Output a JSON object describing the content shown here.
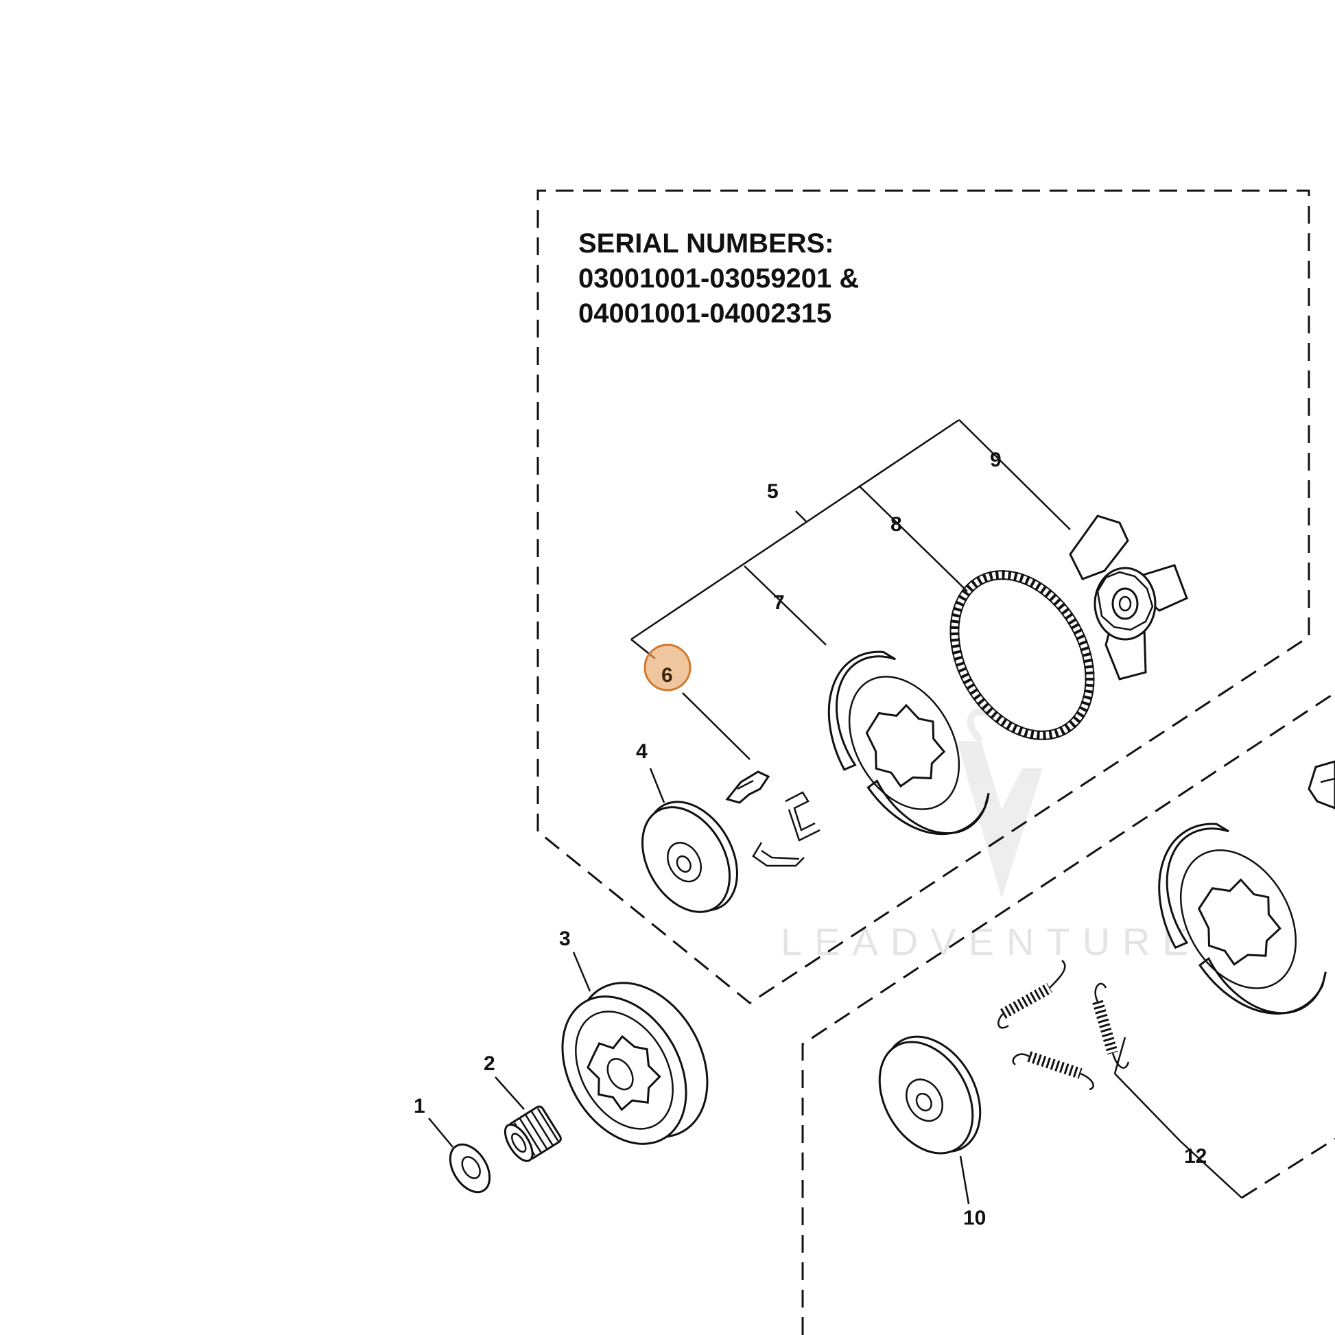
{
  "heading": {
    "line1": "SERIAL NUMBERS:",
    "line2": "03001001-03059201 &",
    "line3": "04001001-04002315"
  },
  "callouts": {
    "c1": "1",
    "c2": "2",
    "c3": "3",
    "c4": "4",
    "c5": "5",
    "c6": "6",
    "c7": "7",
    "c8": "8",
    "c9": "9",
    "c10": "10",
    "c12": "12"
  },
  "highlight": {
    "label": "6",
    "color": "#e8a86a"
  },
  "watermark": {
    "text": "LEADVENTURE"
  }
}
